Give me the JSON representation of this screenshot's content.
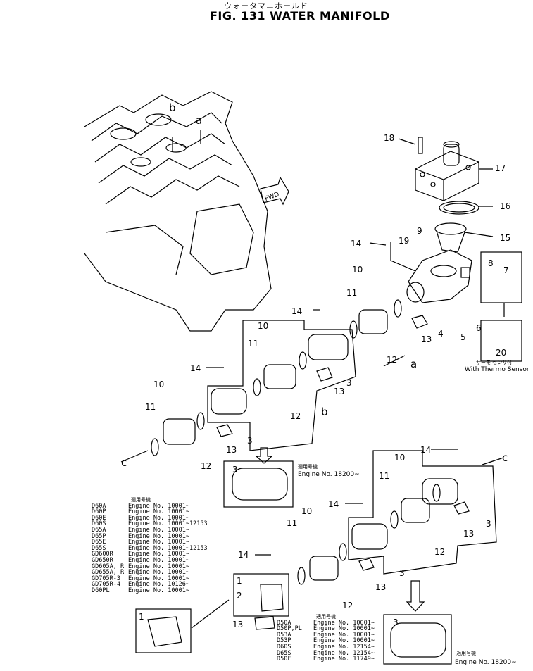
{
  "header": {
    "japanese_title": "ウォータマニホールド",
    "title": "FIG. 131  WATER MANIFOLD"
  },
  "callouts": {
    "c1": "1",
    "c3": "3",
    "c4": "4",
    "c5": "5",
    "c6": "6",
    "c7": "7",
    "c8": "8",
    "c9": "9",
    "c10": "10",
    "c11": "11",
    "c12": "12",
    "c13": "13",
    "c14": "14",
    "c15": "15",
    "c16": "16",
    "c17": "17",
    "c18": "18",
    "c19": "19",
    "c20": "20",
    "a": "a",
    "b": "b",
    "c": "c",
    "fwd": "FWD"
  },
  "thermo": {
    "japanese": "サーモ センサ付",
    "caption": "With Thermo Sensor"
  },
  "applicable_label_jp": "適用号機",
  "engine_notes": {
    "upper": "Engine No. 18200~",
    "lower": "Engine No. 18200~"
  },
  "table_left": [
    {
      "model": "D60A",
      "range": "Engine No. 10001~"
    },
    {
      "model": "D60P",
      "range": "Engine No. 10001~"
    },
    {
      "model": "D60E",
      "range": "Engine No. 10001~"
    },
    {
      "model": "D60S",
      "range": "Engine No. 10001~12153"
    },
    {
      "model": "D65A",
      "range": "Engine No. 10001~"
    },
    {
      "model": "D65P",
      "range": "Engine No. 10001~"
    },
    {
      "model": "D65E",
      "range": "Engine No. 10001~"
    },
    {
      "model": "D65S",
      "range": "Engine No. 10001~12153"
    },
    {
      "model": "GD600R",
      "range": "Engine No. 10001~"
    },
    {
      "model": "GD650R",
      "range": "Engine No. 10001~"
    },
    {
      "model": "GD605A, R",
      "range": "Engine No. 10001~"
    },
    {
      "model": "GD655A, R",
      "range": "Engine No. 10001~"
    },
    {
      "model": "GD705R-3",
      "range": "Engine No. 10001~"
    },
    {
      "model": "GD705R-4",
      "range": "Engine No. 10126~"
    },
    {
      "model": "D60PL",
      "range": "Engine No. 10001~"
    }
  ],
  "table_right": [
    {
      "model": "D50A",
      "range": "Engine No. 10001~"
    },
    {
      "model": "D50P,PL",
      "range": "Engine No. 10001~"
    },
    {
      "model": "D53A",
      "range": "Engine No. 10001~"
    },
    {
      "model": "D53P",
      "range": "Engine No. 10001~"
    },
    {
      "model": "D60S",
      "range": "Engine No. 12154~"
    },
    {
      "model": "D65S",
      "range": "Engine No. 12154~"
    },
    {
      "model": "D50F",
      "range": "Engine No. 11749~"
    }
  ]
}
